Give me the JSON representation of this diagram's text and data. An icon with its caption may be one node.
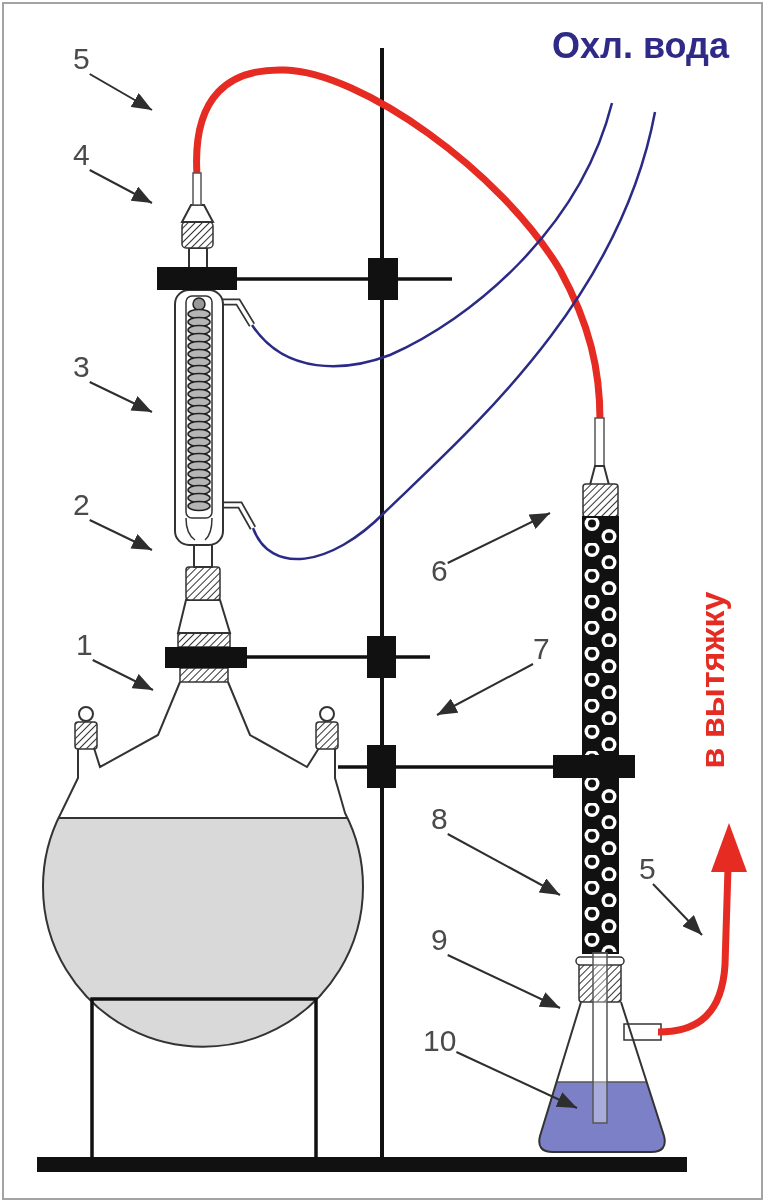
{
  "diagram": {
    "nodes": [
      {
        "text": [
          "5"
        ]
      },
      {
        "text": [
          "4"
        ]
      },
      {
        "text": [
          "3"
        ]
      },
      {
        "text": [
          "2"
        ]
      },
      {
        "text": [
          "6"
        ]
      },
      {
        "text": [
          "1"
        ]
      },
      {
        "text": [
          "7"
        ]
      },
      {
        "text": [
          "8"
        ]
      },
      {
        "text": [
          "5"
        ]
      },
      {
        "text": [
          "9"
        ]
      },
      {
        "text": [
          "10"
        ]
      }
    ],
    "edges": [
      {
        "from": 0,
        "to": null,
        "arrow": "to"
      },
      {
        "from": 1,
        "to": null,
        "arrow": "to"
      },
      {
        "from": 2,
        "to": null,
        "arrow": "to"
      },
      {
        "from": 3,
        "to": null,
        "arrow": "to"
      },
      {
        "from": 4,
        "to": null,
        "arrow": "to"
      },
      {
        "from": 5,
        "to": null,
        "arrow": "to"
      },
      {
        "from": 6,
        "to": null,
        "arrow": "to"
      },
      {
        "from": 7,
        "to": null,
        "arrow": "to"
      },
      {
        "from": 8,
        "to": null,
        "arrow": "to"
      },
      {
        "from": 9,
        "to": null,
        "arrow": "to"
      },
      {
        "from": 10,
        "to": null,
        "arrow": "to"
      }
    ],
    "labels": [
      "Охл. вода",
      "в вытяжку"
    ]
  }
}
